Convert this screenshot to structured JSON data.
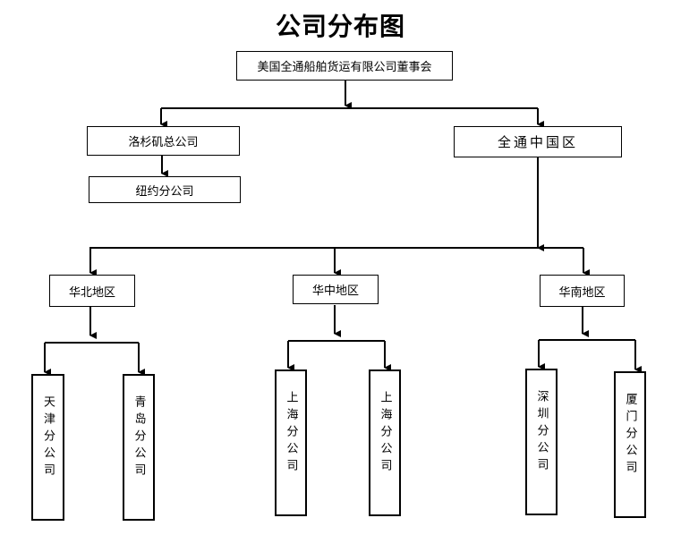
{
  "title": "公司分布图",
  "nodes": {
    "board": "美国全通船舶货运有限公司董事会",
    "la": "洛杉矶总公司",
    "ny": "纽约分公司",
    "china": "全通中国区",
    "north": "华北地区",
    "central": "华中地区",
    "south": "华南地区",
    "tianjin": "天津分公司",
    "qingdao": "青岛分公司",
    "shanghai1": "上海分公司",
    "shanghai2": "上海分公司",
    "shenzhen": "深圳分公司",
    "xiamen": "厦门分公司"
  }
}
